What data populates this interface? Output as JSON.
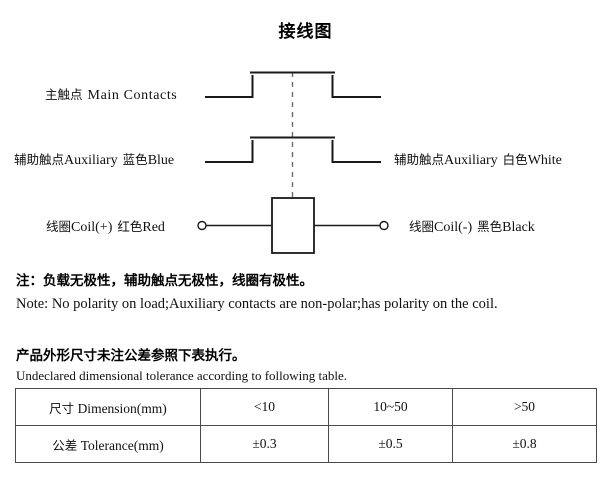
{
  "title": "接线图",
  "diagram": {
    "labels": {
      "main_contacts_cn": "主触点",
      "main_contacts_en": "Main Contacts",
      "aux_left_cn": "辅助触点",
      "aux_left_en": "Auxiliary",
      "aux_left_color_cn": "蓝色",
      "aux_left_color_en": "Blue",
      "aux_right_cn": "辅助触点",
      "aux_right_en": "Auxiliary",
      "aux_right_color_cn": "白色",
      "aux_right_color_en": "White",
      "coil_left_cn": "线圈",
      "coil_left_en": "Coil(+)",
      "coil_left_color_cn": "红色",
      "coil_left_color_en": "Red",
      "coil_right_cn": "线圈",
      "coil_right_en": "Coil(-)",
      "coil_right_color_cn": "黑色",
      "coil_right_color_en": "Black"
    },
    "colors": {
      "line": "#1a1a1a",
      "dashed": "#6b6b6b",
      "coil_box_stroke": "#1a1a1a",
      "terminal_stroke": "#1a1a1a"
    }
  },
  "notes": {
    "note_cn": "注：负载无极性，辅助触点无极性，线圈有极性。",
    "note_en": "Note: No polarity on load;Auxiliary contacts are non-polar;has polarity on the coil.",
    "tolerance_cn": "产品外形尺寸未注公差参照下表执行。",
    "tolerance_en": "Undeclared dimensional tolerance according to following table."
  },
  "table": {
    "rows": [
      {
        "label_cn": "尺寸",
        "label_en": "Dimension(mm)",
        "values": [
          "<10",
          "10~50",
          ">50"
        ]
      },
      {
        "label_cn": "公差",
        "label_en": "Tolerance(mm)",
        "values": [
          "±0.3",
          "±0.5",
          "±0.8"
        ]
      }
    ]
  }
}
